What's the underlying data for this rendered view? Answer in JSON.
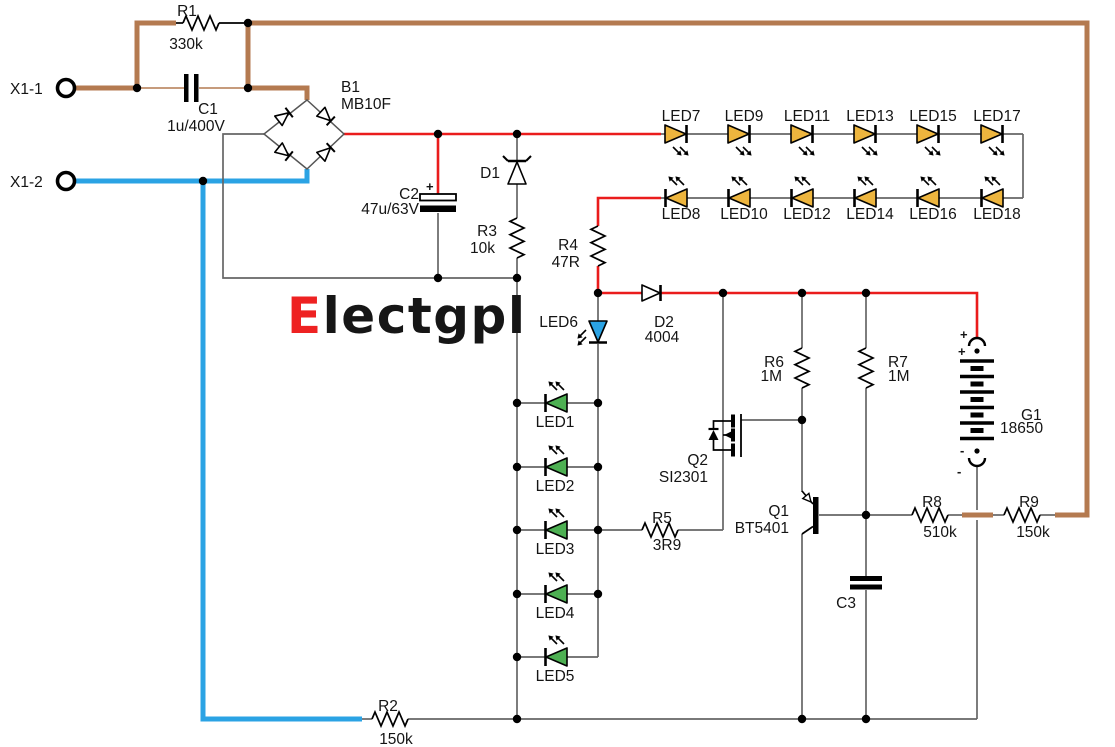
{
  "logo": {
    "prefix": "E",
    "rest": "lectgpl"
  },
  "colors": {
    "brown": "#b47a50",
    "blue": "#2ba3e4",
    "red": "#ea1c1c",
    "wire": "#666666",
    "led_yellow": "#edb53e",
    "led_green": "#4db052",
    "led_blue": "#2ba3e4",
    "logo_red": "#ee2222"
  },
  "terminals": {
    "t1": "X1-1",
    "t2": "X1-2"
  },
  "components": {
    "r1": {
      "ref": "R1",
      "value": "330k"
    },
    "r2": {
      "ref": "R2",
      "value": "150k"
    },
    "r3": {
      "ref": "R3",
      "value": "10k"
    },
    "r4": {
      "ref": "R4",
      "value": "47R"
    },
    "r5": {
      "ref": "R5",
      "value": "3R9"
    },
    "r6": {
      "ref": "R6",
      "value": "1M"
    },
    "r7": {
      "ref": "R7",
      "value": "1M"
    },
    "r8": {
      "ref": "R8",
      "value": "510k"
    },
    "r9": {
      "ref": "R9",
      "value": "150k"
    },
    "c1": {
      "ref": "C1",
      "value": "1u/400V"
    },
    "c2": {
      "ref": "C2",
      "value": "47u/63V",
      "polarity": "+"
    },
    "c3": {
      "ref": "C3",
      "value": ""
    },
    "b1": {
      "ref": "B1",
      "value": "MB10F"
    },
    "d1": {
      "ref": "D1",
      "value": ""
    },
    "d2": {
      "ref": "D2",
      "value": "4004"
    },
    "q1": {
      "ref": "Q1",
      "value": "BT5401"
    },
    "q2": {
      "ref": "Q2",
      "value": "SI2301"
    },
    "battery": {
      "ref": "G1",
      "value": "18650",
      "plus": "+",
      "minus": "-"
    },
    "led6": "LED6",
    "leds_top": [
      "LED7",
      "LED9",
      "LED11",
      "LED13",
      "LED15",
      "LED17"
    ],
    "leds_bottom": [
      "LED8",
      "LED10",
      "LED12",
      "LED14",
      "LED16",
      "LED18"
    ],
    "leds_bank": [
      "LED1",
      "LED2",
      "LED3",
      "LED4",
      "LED5"
    ]
  }
}
